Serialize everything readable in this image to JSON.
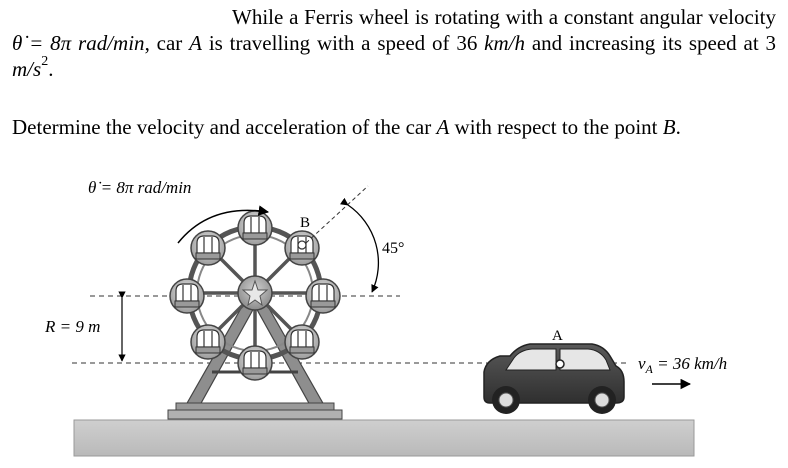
{
  "problem": {
    "line1_prefix": "While a Ferris wheel is rotating with a constant angular velocity ",
    "theta_dot_symbol": "θ̇",
    "theta_dot_value": " = 8π rad/min",
    "line1_mid": ", car ",
    "car_label": "A",
    "line1_suffix": " is travelling with a speed of 36 ",
    "speed_unit": "km/h",
    "line2_prefix": " and increasing its speed at 3 ",
    "accel_unit": "m/s",
    "accel_exp": "2",
    "line2_end": ".",
    "question_prefix": "Determine the velocity and acceleration of the car ",
    "question_car": "A",
    "question_mid": " with respect to the point ",
    "question_point": "B",
    "question_end": "."
  },
  "figure": {
    "omega_label": "θ̇ = 8π rad/min",
    "point_b_label": "B",
    "angle_label": "45°",
    "radius_label": "R = 9 m",
    "car_label": "A",
    "velocity_label": "v",
    "velocity_sub": "A",
    "velocity_value": " = 36 km/h"
  }
}
